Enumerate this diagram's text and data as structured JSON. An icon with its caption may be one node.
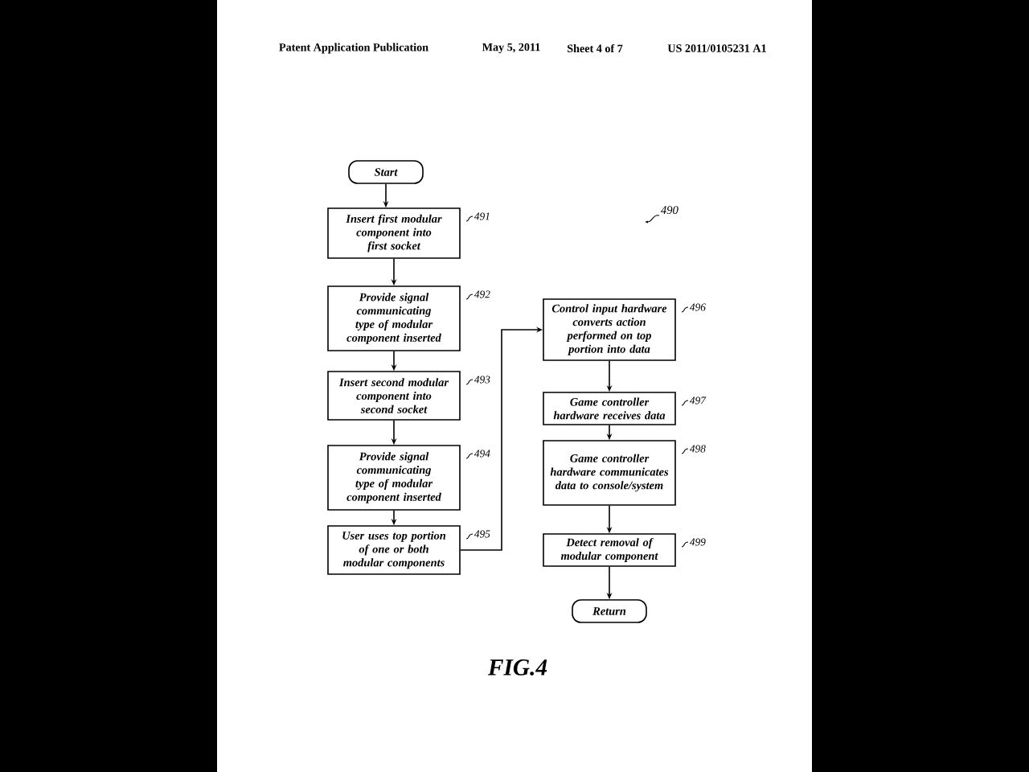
{
  "diagram": {
    "caption": "FIG.4",
    "nodes": [
      {
        "text": [
          "Start"
        ]
      },
      {
        "text": [
          "Insert first modular component into first socket"
        ],
        "beside": [
          "491"
        ]
      },
      {
        "text": [
          "Provide signal communicating type of modular component inserted"
        ],
        "beside": [
          "492"
        ]
      },
      {
        "text": [
          "Insert second modular component into second socket"
        ],
        "beside": [
          "493"
        ]
      },
      {
        "text": [
          "Provide signal communicating type of modular component inserted"
        ],
        "beside": [
          "494"
        ]
      },
      {
        "text": [
          "User uses top portion of one or both modular components"
        ],
        "beside": [
          "495"
        ]
      },
      {
        "text": [
          "Control input hardware converts action performed on top portion into data"
        ],
        "beside": [
          "496"
        ]
      },
      {
        "text": [
          "Game controller hardware receives data"
        ],
        "beside": [
          "497"
        ]
      },
      {
        "text": [
          "Game controller hardware communicates data to console/system"
        ],
        "beside": [
          "498"
        ]
      },
      {
        "text": [
          "Detect removal of modular component"
        ],
        "beside": [
          "499"
        ]
      },
      {
        "text": [
          "Return"
        ]
      }
    ],
    "edges": [
      {
        "from": 0,
        "to": 1,
        "arrow": "to"
      },
      {
        "from": 1,
        "to": 2,
        "arrow": "to"
      },
      {
        "from": 2,
        "to": 3,
        "arrow": "to"
      },
      {
        "from": 3,
        "to": 4,
        "arrow": "to"
      },
      {
        "from": 4,
        "to": 5,
        "arrow": "to"
      },
      {
        "from": 5,
        "to": 6,
        "arrow": "to"
      },
      {
        "from": 6,
        "to": 7,
        "arrow": "to"
      },
      {
        "from": 7,
        "to": 8,
        "arrow": "to"
      },
      {
        "from": 8,
        "to": 9,
        "arrow": "to"
      },
      {
        "from": 9,
        "to": 10,
        "arrow": "to"
      }
    ],
    "labels": [
      "Patent Application Publication",
      "May 5, 2011",
      "Sheet 4 of 7",
      "US 2011/0105231 A1",
      "490"
    ]
  }
}
